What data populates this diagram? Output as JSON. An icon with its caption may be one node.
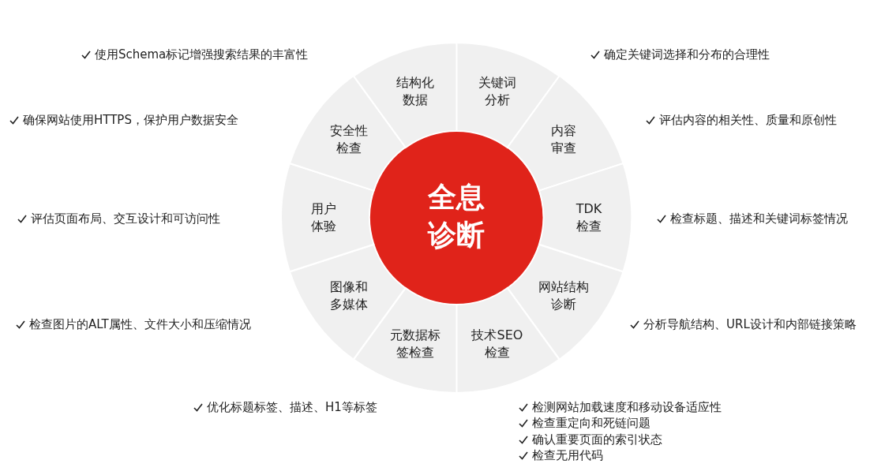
{
  "diagram": {
    "nodes": [
      {
        "text": [
          "全息诊断"
        ]
      },
      {
        "text": [
          "关键词分析"
        ]
      },
      {
        "text": [
          "内容审查"
        ]
      },
      {
        "text": [
          "TDK检查"
        ]
      },
      {
        "text": [
          "网站结构诊断"
        ]
      },
      {
        "text": [
          "技术SEO检查"
        ]
      },
      {
        "text": [
          "元数据标签检查"
        ]
      },
      {
        "text": [
          "图像和多媒体"
        ]
      },
      {
        "text": [
          "用户体验"
        ]
      },
      {
        "text": [
          "安全性检查"
        ]
      },
      {
        "text": [
          "结构化数据"
        ]
      }
    ],
    "labels": [
      "使用Schema标记增强搜索结果的丰富性",
      "确定关键词选择和分布的合理性",
      "确保网站使用HTTPS，保护用户数据安全",
      "评估内容的相关性、质量和原创性",
      "评估页面布局、交互设计和可访问性",
      "检查标题、描述和关键词标签情况",
      "检查图片的ALT属性、文件大小和压缩情况",
      "分析导航结构、URL设计和内部链接策略",
      "优化标题标签、描述、H1等标签",
      "检测网站加载速度和移动设备适应性",
      "检查重定向和死链问题",
      "确认重要页面的索引状态",
      "检查无用代码"
    ]
  }
}
